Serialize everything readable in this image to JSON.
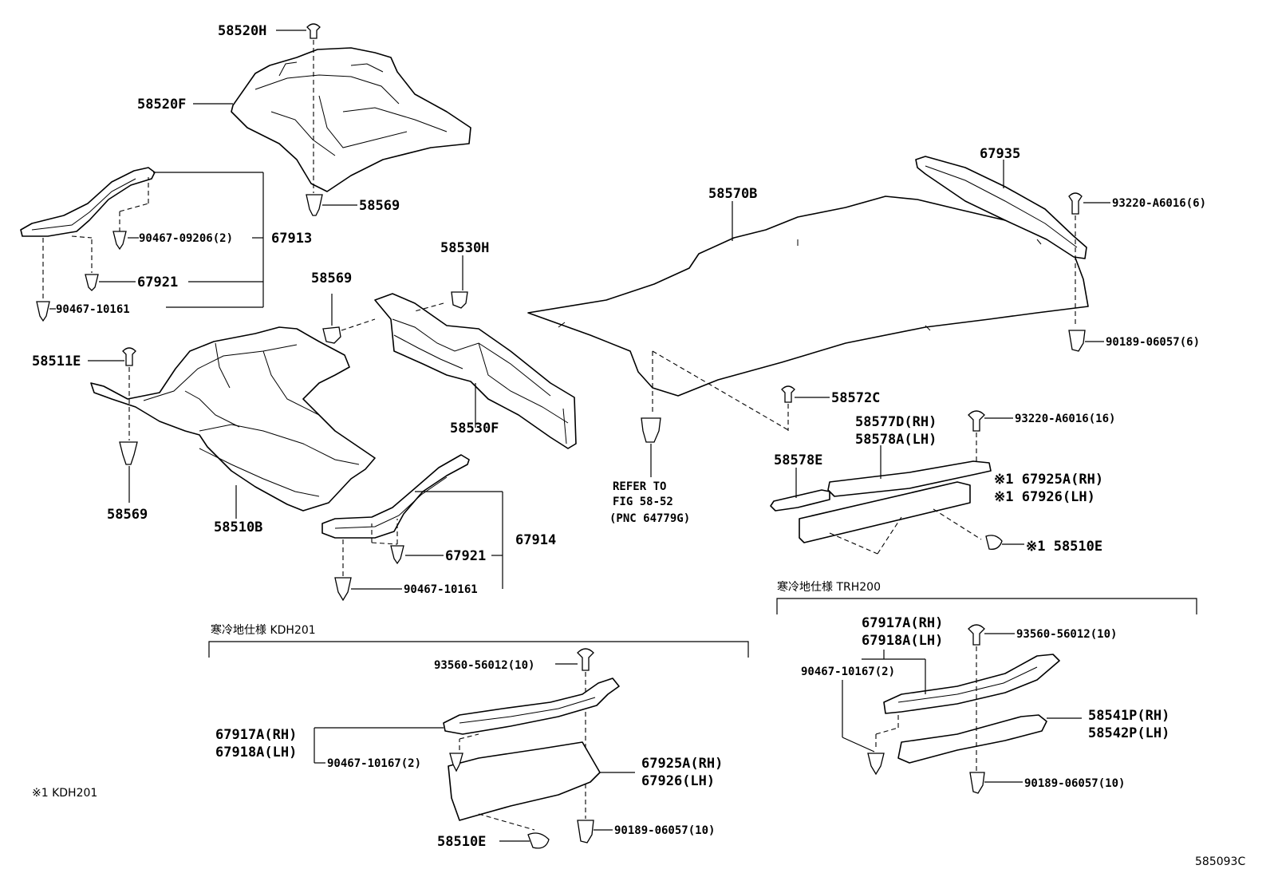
{
  "labels": {
    "p58520H": "58520H",
    "p58520F": "58520F",
    "p58569_top": "58569",
    "p90467_09206": "90467-09206(2)",
    "p67913": "67913",
    "p67921_a": "67921",
    "p90467_10161_a": "90467-10161",
    "p58569_mid": "58569",
    "p58530H": "58530H",
    "p58511E": "58511E",
    "p58530F": "58530F",
    "p58569_left": "58569",
    "p58510B": "58510B",
    "p67914": "67914",
    "p67921_b": "67921",
    "p90467_10161_b": "90467-10161",
    "p67935": "67935",
    "p58570B": "58570B",
    "p93220_6": "93220-A6016(6)",
    "p90189_6": "90189-06057(6)",
    "p58572C": "58572C",
    "p93220_16": "93220-A6016(16)",
    "p58577D": "58577D(RH)",
    "p58578A": "58578A(LH)",
    "p58578E": "58578E",
    "p67925A_1": "※1 67925A(RH)",
    "p67926_1": "※1 67926(LH)",
    "p58510E_1": "※1 58510E",
    "refer1": "REFER TO",
    "refer2": "FIG 58-52",
    "refer3": "(PNC 64779G)",
    "trh_note": "寒冷地仕様 TRH200",
    "p67917A_r": "67917A(RH)",
    "p67918A_r": "67918A(LH)",
    "p93560_r": "93560-56012(10)",
    "p90467_10167_r": "90467-10167(2)",
    "p58541P": "58541P(RH)",
    "p58542P": "58542P(LH)",
    "p90189_10_r": "90189-06057(10)",
    "kdh_note": "寒冷地仕様 KDH201",
    "p93560_l": "93560-56012(10)",
    "p67917A_l": "67917A(RH)",
    "p67918A_l": "67918A(LH)",
    "p90467_10167_l": "90467-10167(2)",
    "p67925A_l": "67925A(RH)",
    "p67926_l": "67926(LH)",
    "p90189_10_l": "90189-06057(10)",
    "p58510E_l": "58510E",
    "footnote": "※1 KDH201",
    "diagram_id": "585093C"
  }
}
